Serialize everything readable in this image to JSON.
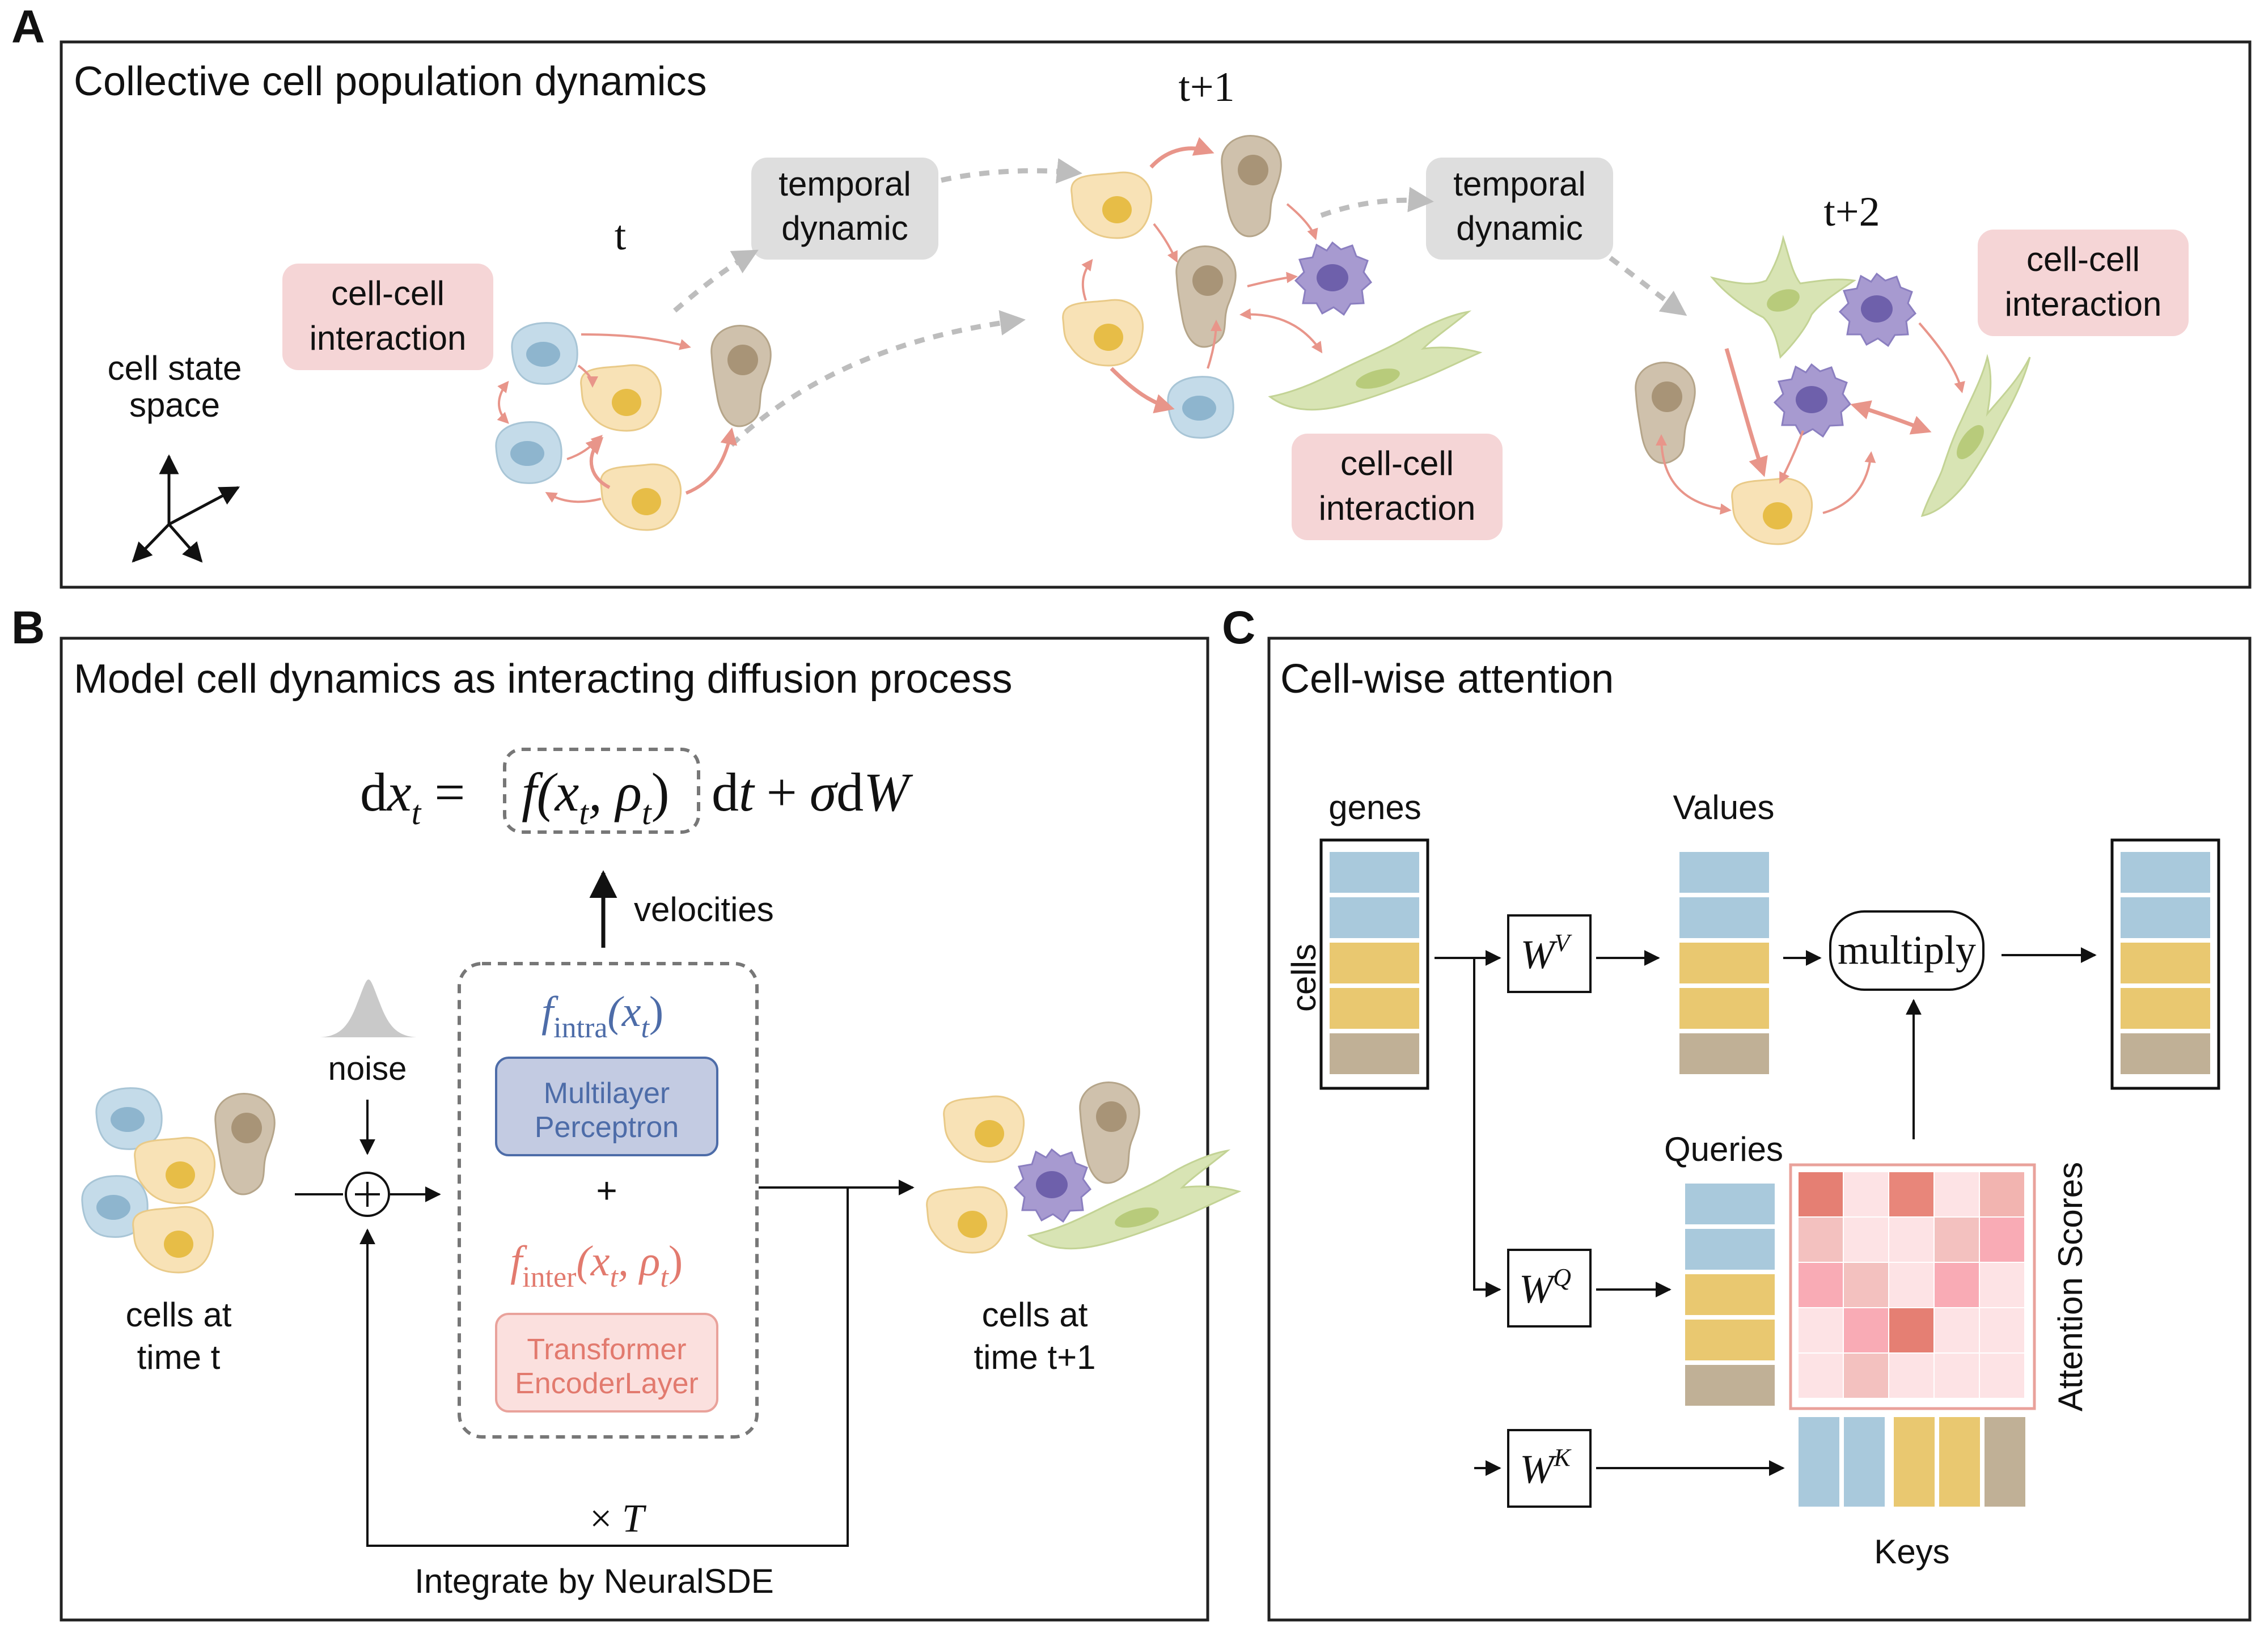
{
  "panels": {
    "A": {
      "letter": "A",
      "title": "Collective cell population dynamics",
      "time_t": "t",
      "time_t1": "t+1",
      "time_t2": "t+2",
      "axes_label_line1": "cell state",
      "axes_label_line2": "space",
      "cell_interaction_line1": "cell-cell",
      "cell_interaction_line2": "interaction",
      "temporal_line1": "temporal",
      "temporal_line2": "dynamic"
    },
    "B": {
      "letter": "B",
      "title": "Model cell dynamics as interacting diffusion process",
      "equation": {
        "lhs_d": "d",
        "lhs_x": "x",
        "lhs_sub": "t",
        "equals": "=",
        "f": "f",
        "f_args_x": "(x",
        "f_args_sub1": "t",
        "f_args_rho": ", ρ",
        "f_args_sub2": "t",
        "f_args_close": ")",
        "rhs_dt_d": "d",
        "rhs_dt_t": "t",
        "rhs_plus": "+",
        "rhs_sigma": "σ",
        "rhs_dW_d": "d",
        "rhs_dW_W": "W"
      },
      "velocities": "velocities",
      "noise": "noise",
      "f_intra": {
        "f": "f",
        "sub": "intra",
        "arg_open": "(x",
        "arg_sub": "t",
        "arg_close": ")"
      },
      "mlp_line1": "Multilayer",
      "mlp_line2": "Perceptron",
      "plus": "+",
      "f_inter": {
        "f": "f",
        "sub": "inter",
        "arg_open": "(x",
        "arg_sub1": "t",
        "arg_mid": ", ρ",
        "arg_sub2": "t",
        "arg_close": ")"
      },
      "transformer_line1": "Transformer",
      "transformer_line2": "EncoderLayer",
      "cells_t_line1": "cells at",
      "cells_t_line2": "time t",
      "cells_t1_line1": "cells at",
      "cells_t1_line2": "time t+1",
      "times_T": "× ",
      "times_T_var": "T",
      "integrate": "Integrate by NeuralSDE"
    },
    "C": {
      "letter": "C",
      "title": "Cell-wise attention",
      "genes": "genes",
      "cells": "cells",
      "values": "Values",
      "queries": "Queries",
      "keys": "Keys",
      "attention_scores": "Attention Scores",
      "multiply": "multiply",
      "wv": {
        "base": "W",
        "sup": "V"
      },
      "wq": {
        "base": "W",
        "sup": "Q"
      },
      "wk": {
        "base": "W",
        "sup": "K"
      }
    }
  },
  "colors": {
    "blue": "#a9c9dc",
    "yellow": "#e9c870",
    "tan": "#c0b096",
    "salmon_arrow": "#e8958a",
    "pink_box": "#f5d5d6",
    "gray_box": "#dedede",
    "mlp_fill": "#c3cbe2",
    "mlp_text": "#4d6ca8",
    "transformer_fill": "#fbe0de",
    "transformer_text": "#e27a6e"
  },
  "attention_matrix": [
    [
      "#e57f73",
      "#fde3e5",
      "#e8867a",
      "#fde3e5",
      "#f2b4b0"
    ],
    [
      "#f3c1bf",
      "#fde3e5",
      "#fde3e5",
      "#f3c1bf",
      "#f9abb5"
    ],
    [
      "#f9abb5",
      "#f3c1bf",
      "#fde3e5",
      "#f9abb5",
      "#fde3e5"
    ],
    [
      "#fde3e5",
      "#f9abb5",
      "#e57f73",
      "#fde3e5",
      "#fde3e5"
    ],
    [
      "#fde3e5",
      "#f3c1bf",
      "#fde3e5",
      "#fde3e5",
      "#fde3e5"
    ]
  ]
}
